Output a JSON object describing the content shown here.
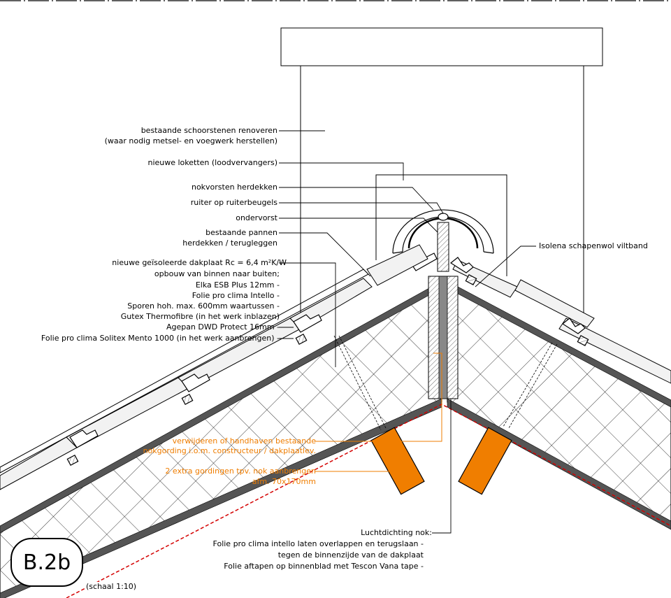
{
  "labels": {
    "schoorsteen_1": "bestaande schoorstenen renoveren",
    "schoorsteen_2": "(waar nodig metsel- en voegwerk herstellen)",
    "loketten": "nieuwe loketten (loodvervangers)",
    "nokvorsten": "nokvorsten herdekken",
    "ruiter": "ruiter op ruiterbeugels",
    "ondervorst": "ondervorst",
    "pannen_1": "bestaande pannen",
    "pannen_2": "herdekken / terugleggen",
    "dakplaat_1": "nieuwe geïsoleerde dakplaat Rc = 6,4 m²K/W",
    "dakplaat_2": "opbouw van binnen naar buiten;",
    "dakplaat_3": "Elka ESB Plus 12mm -",
    "dakplaat_4": "Folie pro clima Intello -",
    "dakplaat_5": "Sporen hoh. max. 600mm waartussen -",
    "dakplaat_6": "Gutex Thermofibre (in het werk inblazen)",
    "dakplaat_7": "Agepan DWD Protect 16mm -",
    "dakplaat_8": "Folie pro clima Solitex Mento 1000 (in het werk aanbrengen) -",
    "isolena": "Isolena schapenwol viltband",
    "nokgording_1": "verwijderen of handhaven bestaande",
    "nokgording_2": "nokgording i.o.m. constructeur / dakplaatlev.",
    "gordingen_1": "2 extra gordingen tpv. nok aanbrengen",
    "gordingen_2": "afm. 70x170mm",
    "lucht_1": "Luchtdichting nok:",
    "lucht_2": "Folie pro clima intello laten overlappen en terugslaan -",
    "lucht_3": "tegen de binnenzijde van de dakplaat",
    "lucht_4": "Folie aftapen op binnenblad met Tescon Vana tape -",
    "badge": "B.2b",
    "scale": "(schaal 1:10)"
  },
  "colors": {
    "line": "#000000",
    "orange": "#ef7d00",
    "red_dash": "#d40000",
    "tile_fill": "#f2f2f2"
  }
}
